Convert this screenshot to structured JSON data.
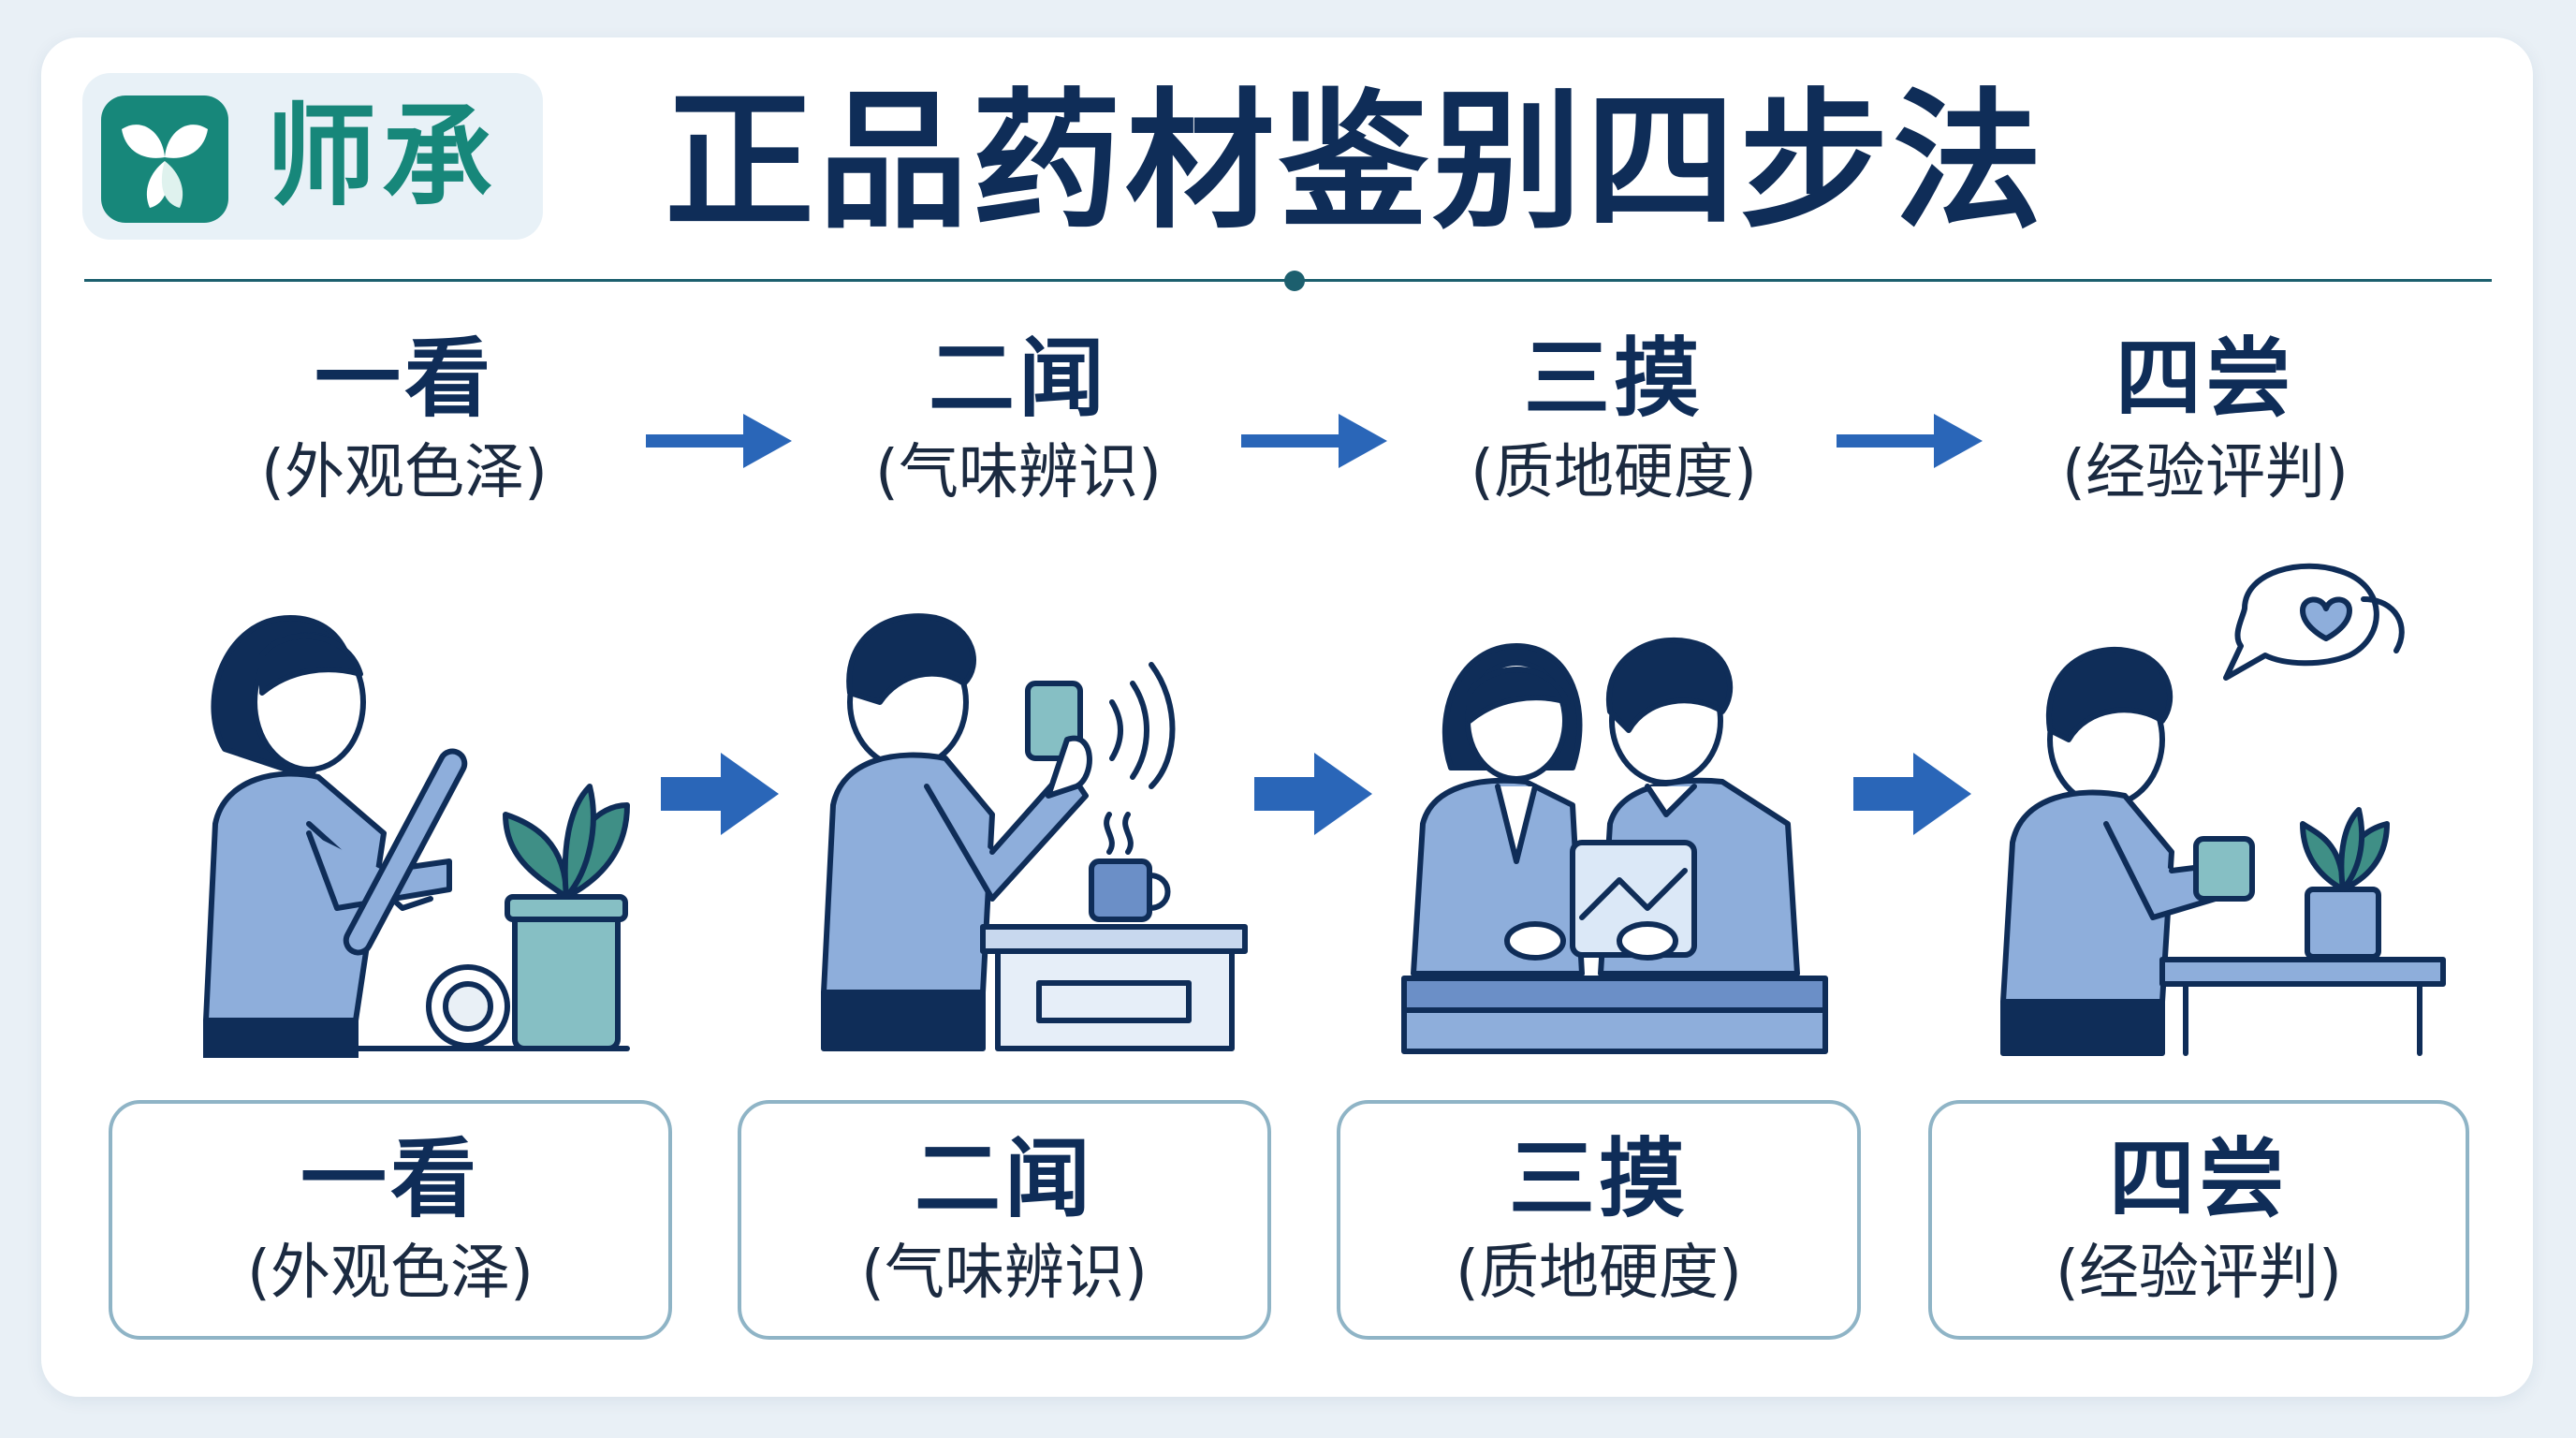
{
  "brand": {
    "name": "师承",
    "icon": "leaf-logo-icon"
  },
  "title": "正品药材鉴别四步法",
  "steps": [
    {
      "title": "一看",
      "subtitle": "(外观色泽)",
      "illustration": "woman-inspecting-herb-icon"
    },
    {
      "title": "二闻",
      "subtitle": "(气味辨识)",
      "illustration": "man-smelling-cup-icon"
    },
    {
      "title": "三摸",
      "subtitle": "(质地硬度)",
      "illustration": "two-people-touching-sample-icon"
    },
    {
      "title": "四尝",
      "subtitle": "(经验评判)",
      "illustration": "man-tasting-cup-icon"
    }
  ],
  "colors": {
    "navy": "#0f2d58",
    "teal": "#17877a",
    "arrow": "#2a66b8",
    "figure": "#8eaedb",
    "border": "#8fb4c6"
  }
}
